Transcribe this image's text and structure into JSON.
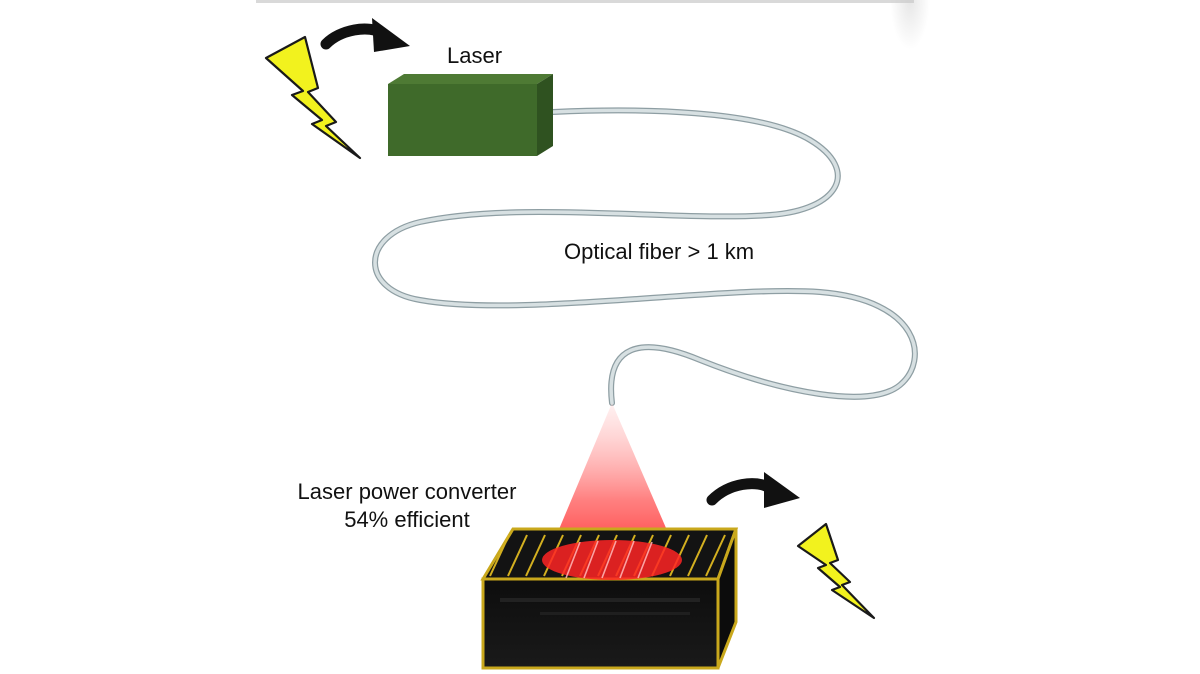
{
  "labels": {
    "laser": "Laser",
    "fiber": "Optical fiber > 1 km",
    "converter_line1": "Laser power converter",
    "converter_line2": "54% efficient"
  },
  "colors": {
    "laser_body": "#3f6a2a",
    "fiber": "#c9d3d6",
    "bolt_fill": "#f2f21e",
    "bolt_outline": "#1a1a1a",
    "beam": "#ff2a2a",
    "converter_top": "#111111",
    "converter_grid": "#d4b020",
    "arrow": "#111111"
  },
  "icons": {
    "input_power": "lightning-bolt-icon",
    "output_power": "lightning-bolt-icon",
    "flow_arrows": "curved-arrow-icon"
  }
}
